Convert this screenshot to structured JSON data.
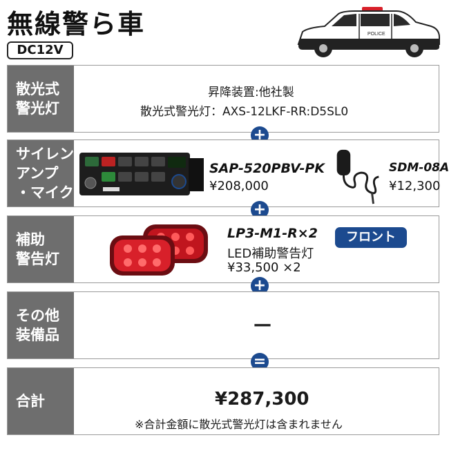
{
  "header": {
    "title": "無線警ら車",
    "voltage": "DC12V"
  },
  "rows": [
    {
      "label": "散光式\n警光灯",
      "line1": "昇降装置:他社製",
      "line2": "散光式警光灯：AXS-12LKF-RR:D5SL0"
    },
    {
      "label": "サイレン\nアンプ\n・マイク",
      "model1": "SAP-520PBV-PK",
      "price1": "¥208,000",
      "model2": "SDM-08A",
      "price2": "¥12,300"
    },
    {
      "label": "補助\n警告灯",
      "model": "LP3-M1-R×2",
      "desc": "LED補助警告灯",
      "price": "¥33,500 ×2",
      "badge": "フロント"
    },
    {
      "label": "その他\n装備品",
      "value": "—"
    },
    {
      "label": "合計",
      "total": "¥287,300",
      "note": "※合計金額に散光式警光灯は含まれません"
    }
  ],
  "operators": {
    "plus": "+",
    "equals": "="
  },
  "car": {
    "door_text": "POLICE"
  },
  "icons": [
    "police-car-icon",
    "siren-amp-icon",
    "microphone-icon",
    "warning-light-icon"
  ],
  "colors": {
    "label_bg": "#6e6e6e",
    "accent": "#1c4a8f",
    "light_red": "#d8202a"
  }
}
